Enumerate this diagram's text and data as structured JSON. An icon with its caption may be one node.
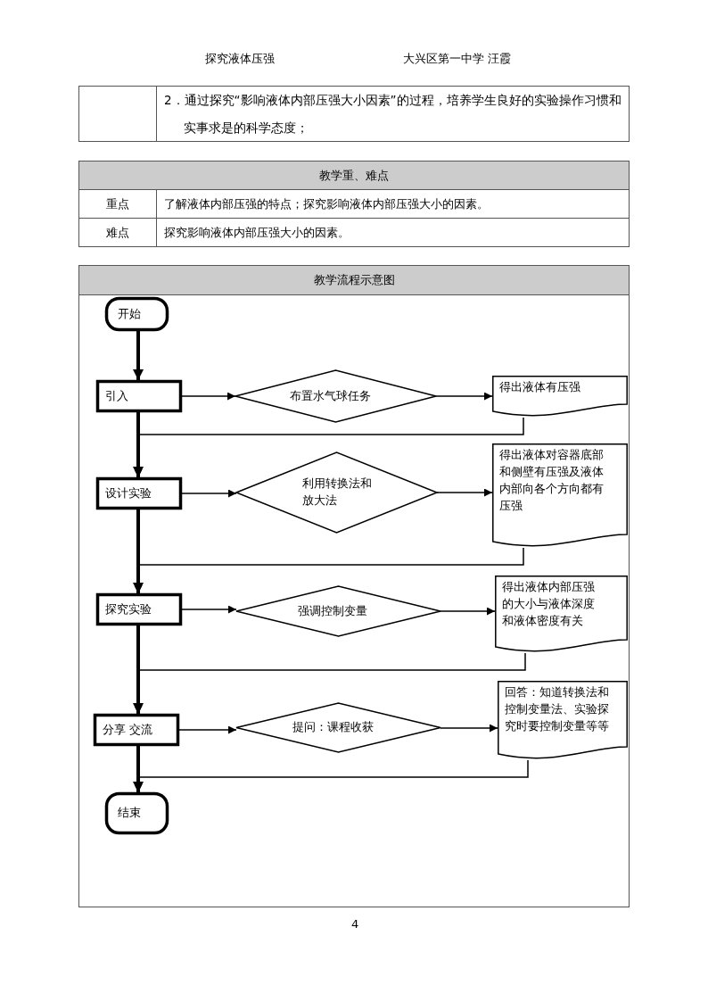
{
  "diagram": {
    "title": "教学流程示意图",
    "nodes": [
      {
        "text": [
          "开始"
        ]
      },
      {
        "text": [
          "引入"
        ]
      },
      {
        "text": [
          "布置水气球任务"
        ]
      },
      {
        "text": [
          "得出液体有压强"
        ]
      },
      {
        "text": [
          "设计实验"
        ]
      },
      {
        "text": [
          "利用转换法和放大法"
        ]
      },
      {
        "text": [
          "得出液体对容器底部和侧壁有压强及液体内部向各个方向都有压强"
        ]
      },
      {
        "text": [
          "探究实验"
        ]
      },
      {
        "text": [
          "强调控制变量"
        ]
      },
      {
        "text": [
          "得出液体内部压强的大小与液体深度和液体密度有关"
        ]
      },
      {
        "text": [
          "分享 交流"
        ]
      },
      {
        "text": [
          "提问：课程收获"
        ]
      },
      {
        "text": [
          "回答：知道转换法和控制变量法、实验探究时要控制变量等等"
        ]
      },
      {
        "text": [
          "结束"
        ]
      }
    ],
    "edges": [
      {
        "from": 0,
        "to": 1,
        "arrow": "to",
        "style": "thick"
      },
      {
        "from": 1,
        "to": 2,
        "arrow": "to"
      },
      {
        "from": 2,
        "to": 3,
        "arrow": "to"
      },
      {
        "from": 3,
        "to": 4,
        "arrow": "to"
      },
      {
        "from": 1,
        "to": 4,
        "arrow": "to",
        "style": "thick"
      },
      {
        "from": 4,
        "to": 5,
        "arrow": "to"
      },
      {
        "from": 5,
        "to": 6,
        "arrow": "to"
      },
      {
        "from": 6,
        "to": 7,
        "arrow": "to"
      },
      {
        "from": 4,
        "to": 7,
        "arrow": "to",
        "style": "thick"
      },
      {
        "from": 7,
        "to": 8,
        "arrow": "to"
      },
      {
        "from": 8,
        "to": 9,
        "arrow": "to"
      },
      {
        "from": 9,
        "to": 10,
        "arrow": "to"
      },
      {
        "from": 7,
        "to": 10,
        "arrow": "to",
        "style": "thick"
      },
      {
        "from": 10,
        "to": 11,
        "arrow": "to"
      },
      {
        "from": 11,
        "to": 12,
        "arrow": "to"
      },
      {
        "from": 12,
        "to": 13,
        "arrow": "to"
      },
      {
        "from": 10,
        "to": 13,
        "arrow": "to",
        "style": "thick"
      }
    ],
    "labels": [
      "探究液体压强",
      "大兴区第一中学 汪霞",
      "2．通过探究“影响液体内部压强大小因素”的过程，培养学生良好的实验操作习惯和实事求是的科学态度；",
      "教学重、难点",
      "重点",
      "了解液体内部压强的特点；探究影响液体内部压强大小的因素。",
      "难点",
      "探究影响液体内部压强大小的因素。",
      "4"
    ]
  }
}
